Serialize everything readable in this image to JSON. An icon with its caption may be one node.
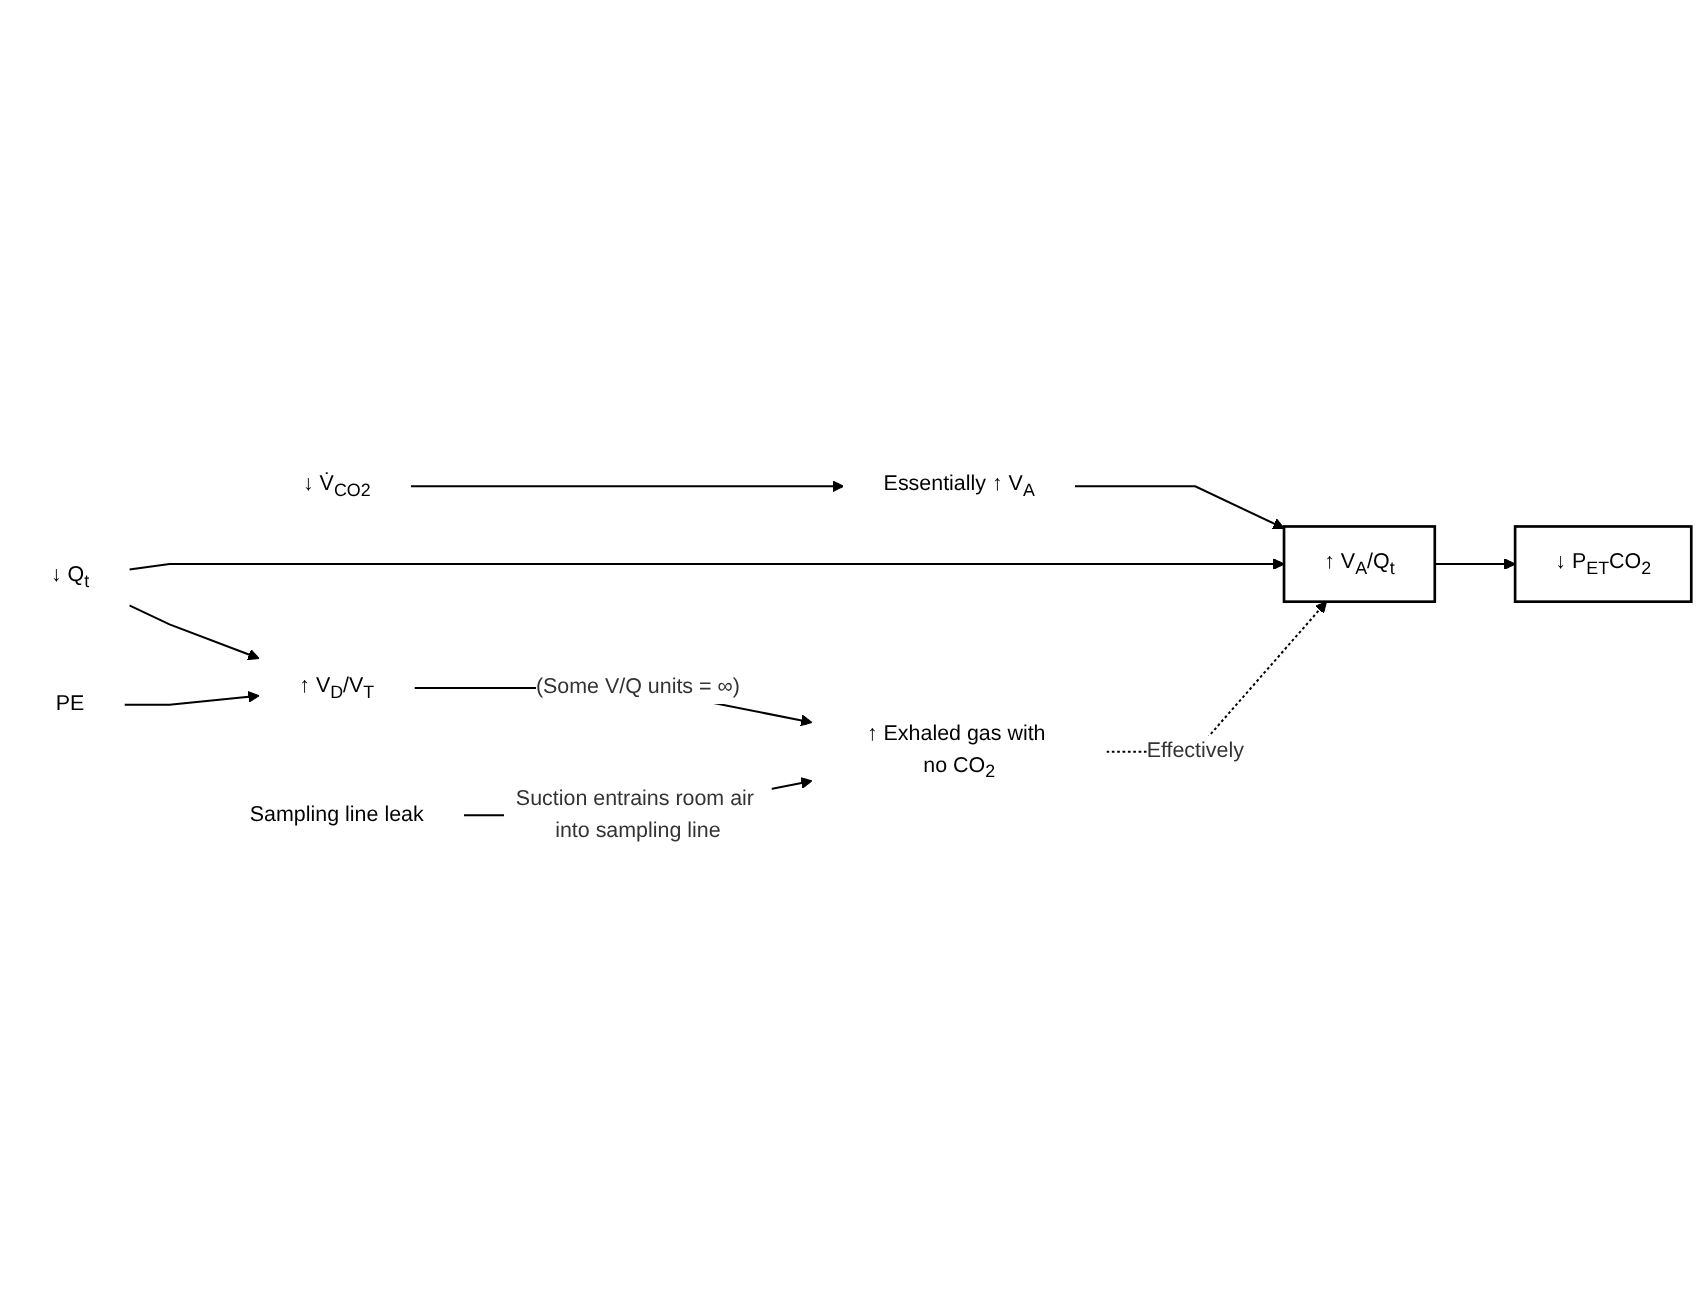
{
  "diagram": {
    "nodes": [
      {
        "text": [
          "↓ V̇$_{CO2}$"
        ]
      },
      {
        "text": [
          "Essentially ↑ V$_{A}$"
        ]
      },
      {
        "text": [
          "↑ V$_{A}$/Q$_{t}$"
        ]
      },
      {
        "text": [
          "↓ P$_{ET}$CO$_{2}$"
        ]
      },
      {
        "text": [
          "↓ Q$_{t}$"
        ]
      },
      {
        "text": [
          "PE"
        ]
      },
      {
        "text": [
          "↑ V$_{D}$/V$_{T}$"
        ]
      },
      {
        "text": [
          "↑ Exhaled gas with no CO$_{2}$"
        ]
      },
      {
        "text": [
          "Sampling line leak"
        ]
      }
    ],
    "edges": [
      {
        "from": 0,
        "to": 1,
        "arrow": "to"
      },
      {
        "from": 1,
        "to": 2,
        "arrow": "to"
      },
      {
        "from": 2,
        "to": 3,
        "arrow": "to"
      },
      {
        "from": 4,
        "to": 2,
        "arrow": "to"
      },
      {
        "from": 4,
        "to": 6,
        "arrow": "to"
      },
      {
        "from": 5,
        "to": 6,
        "arrow": "to"
      },
      {
        "from": 6,
        "to": 7,
        "arrow": "to",
        "label": "(Some V/Q units = ∞)"
      },
      {
        "from": 7,
        "to": 2,
        "arrow": "to",
        "label": "Effectively",
        "style": "dashed"
      },
      {
        "from": 8,
        "to": 7,
        "arrow": "to",
        "label": "Suction entrains room air into sampling line"
      }
    ]
  }
}
